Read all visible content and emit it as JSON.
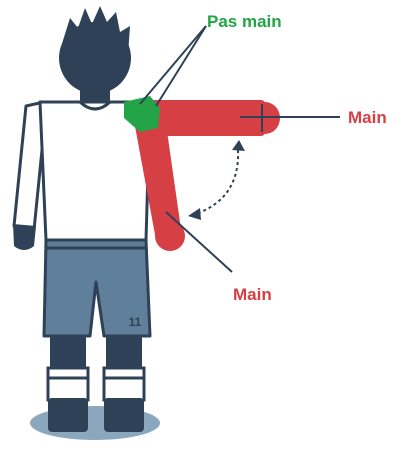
{
  "labels": {
    "not_hand": "Pas main",
    "hand_right": "Main",
    "hand_bottom": "Main"
  },
  "jersey_number": "11",
  "colors": {
    "green": "#22a447",
    "red": "#d64045",
    "navy": "#2f4156",
    "shorts": "#5f7f9a",
    "shadow": "#8aa7bd"
  }
}
